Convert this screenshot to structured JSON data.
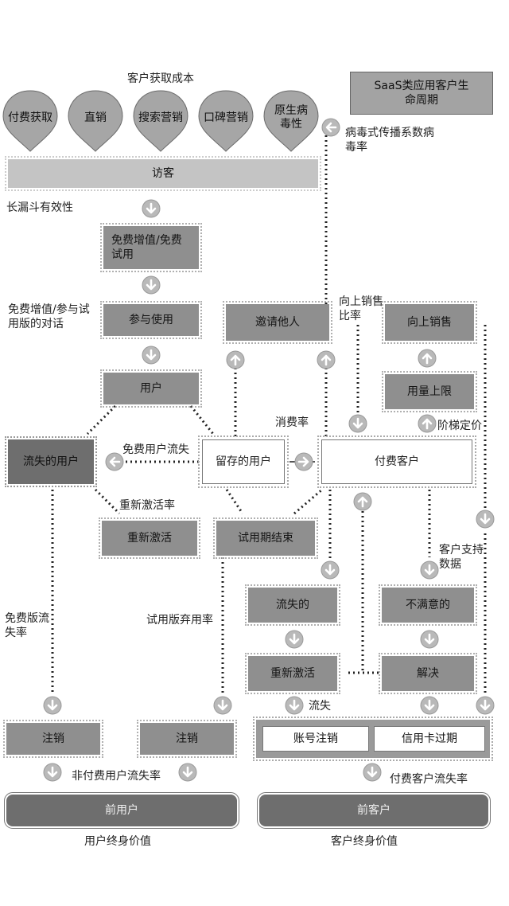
{
  "title": "客户获取成本",
  "badge": "SaaS类应用客户生命周期",
  "channels": [
    "付费获取",
    "直销",
    "搜索营销",
    "口碑营销",
    "原生病毒性"
  ],
  "nodes": {
    "visitor": "访客",
    "free_trial": "免费增值/免费试用",
    "engage": "参与使用",
    "users": "用户",
    "churned_users": "流失的用户",
    "retained_users": "留存的用户",
    "paying_customers": "付费客户",
    "invite": "邀请他人",
    "upsell": "向上销售",
    "usage_limit": "用量上限",
    "reactivate_left": "重新激活",
    "trial_end": "试用期结束",
    "churned": "流失的",
    "unsatisfied": "不满意的",
    "reactivate_right": "重新激活",
    "resolve": "解决",
    "cancel_left": "注销",
    "cancel_mid": "注销",
    "account_cancel": "账号注销",
    "card_expired": "信用卡过期",
    "former_users": "前用户",
    "former_customers": "前客户"
  },
  "labels": {
    "viral": "病毒式传播系数病毒率",
    "funnel": "长漏斗有效性",
    "dialog": "免费增值/参与试用版的对话",
    "upsell_ratio": "向上销售比率",
    "consumption": "消费率",
    "tier_pricing": "阶梯定价",
    "free_churn": "免费用户流失",
    "reactivation_rate": "重新激活率",
    "support_data": "客户支持数据",
    "free_churn_rate": "免费版流失率",
    "trial_abandon": "试用版弃用率",
    "churn": "流失",
    "nonpaying_churn": "非付费用户流失率",
    "paying_churn": "付费客户流失率",
    "user_ltv": "用户终身价值",
    "customer_ltv": "客户终身价值"
  },
  "colors": {
    "dark_box": "#8f8f8f",
    "darker_box": "#6e6e6e",
    "visitor_bar": "#c4c4c4",
    "arrow_circle": "#b9b9b9"
  }
}
